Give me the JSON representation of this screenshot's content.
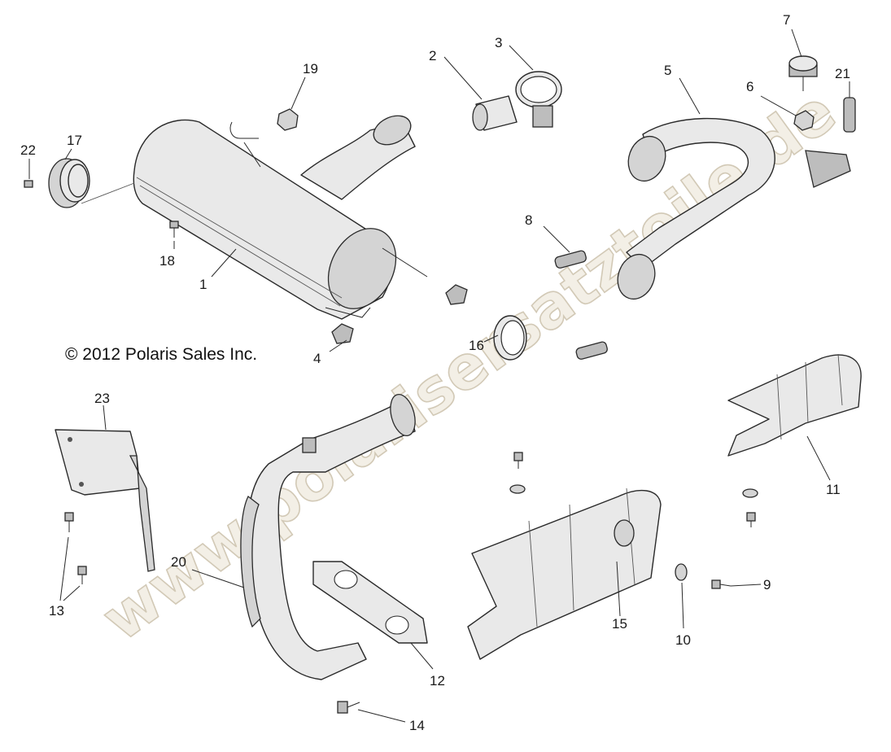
{
  "copyright": "© 2012 Polaris Sales Inc.",
  "watermark": "www.polarisersatzteile.de",
  "callouts": {
    "c1": "1",
    "c2": "2",
    "c3": "3",
    "c4": "4",
    "c5": "5",
    "c6": "6",
    "c7": "7",
    "c8": "8",
    "c9": "9",
    "c10": "10",
    "c11": "11",
    "c12": "12",
    "c13": "13",
    "c14": "14",
    "c15": "15",
    "c16": "16",
    "c17": "17",
    "c18": "18",
    "c19": "19",
    "c20": "20",
    "c21": "21",
    "c22": "22",
    "c23": "23"
  }
}
